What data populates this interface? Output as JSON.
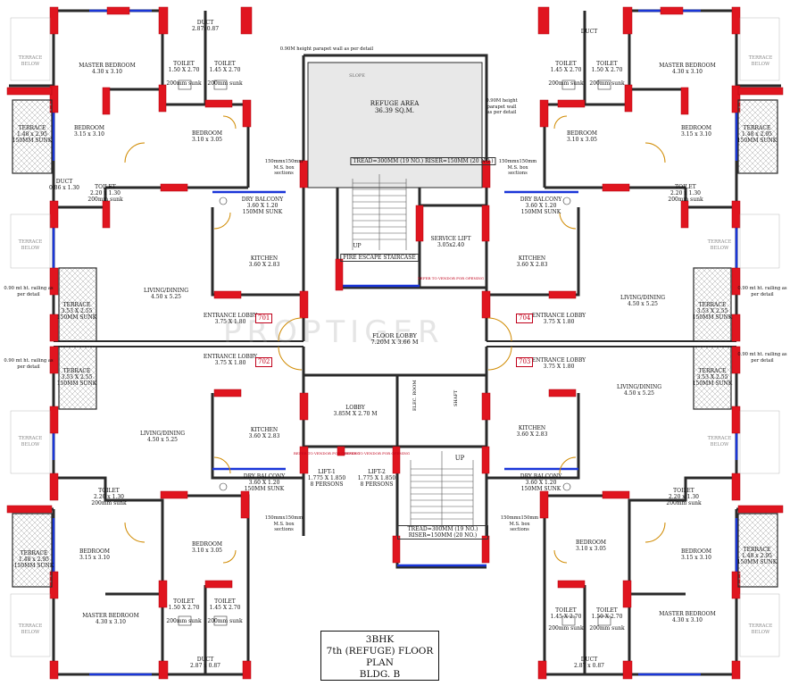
{
  "title": {
    "line1": "3BHK",
    "line2": "7th (REFUGE) FLOOR PLAN",
    "line3": "BLDG. B"
  },
  "watermark": "PROPTIGER",
  "units": [
    "701",
    "702",
    "703",
    "704"
  ],
  "rooms": {
    "master_bed_tl": {
      "name": "MASTER BEDROOM",
      "size": "4.30 x 3.10"
    },
    "toilet_tl1": {
      "name": "TOILET",
      "size": "1.50 X 2.70",
      "sunk": "200mm sunk"
    },
    "toilet_tl2": {
      "name": "TOILET",
      "size": "1.45 X 2.70",
      "sunk": "200mm sunk"
    },
    "duct_tl": {
      "name": "DUCT",
      "size": "2.87x0.87"
    },
    "bed_tl": {
      "name": "BEDROOM",
      "size": "3.15 x 3.10"
    },
    "bed_tl2": {
      "name": "BEDROOM",
      "size": "3.10 x 3.05"
    },
    "terrace_tl": {
      "name": "TERRACE",
      "size": "1.48 x 2.95",
      "sunk": "150MM SUNK"
    },
    "toilet_tl3": {
      "name": "TOILET",
      "size": "2.20 x 1.30",
      "sunk": "200mm sunk"
    },
    "duct_v_tl": {
      "name": "DUCT",
      "size": "0.86 x 1.30"
    },
    "dry_balcony_tl": {
      "name": "DRY BALCONY",
      "size": "3.60 X 1.20",
      "sunk": "150MM SUNK"
    },
    "kitchen_tl": {
      "name": "KITCHEN",
      "size": "3.60 X 2.83"
    },
    "living_tl": {
      "name": "LIVING/DINING",
      "size": "4.50 x 5.25"
    },
    "terrace_ml1": {
      "name": "TERRACE",
      "size": "3.53 X 2.55",
      "sunk": "150MM SUNK"
    },
    "entrance_701": {
      "name": "ENTRANCE LOBBY",
      "size": "3.75 X 1.80"
    },
    "entrance_702": {
      "name": "ENTRANCE LOBBY",
      "size": "3.75 X 1.80"
    },
    "terrace_ml2": {
      "name": "TERRACE",
      "size": "3.53 X 2.55",
      "sunk": "150MM SUNK"
    },
    "living_bl": {
      "name": "LIVING/DINING",
      "size": "4.50 x 5.25"
    },
    "kitchen_bl": {
      "name": "KITCHEN",
      "size": "3.60 X 2.83"
    },
    "dry_balcony_bl": {
      "name": "DRY BALCONY",
      "size": "3.60 X 1.20",
      "sunk": "150MM SUNK"
    },
    "toilet_bl3": {
      "name": "TOILET",
      "size": "2.20 x 1.30",
      "sunk": "200mm sunk"
    },
    "bed_bl": {
      "name": "BEDROOM",
      "size": "3.15 x 3.10"
    },
    "bed_bl2": {
      "name": "BEDROOM",
      "size": "3.10 x 3.05"
    },
    "terrace_bl": {
      "name": "TERRACE",
      "size": "1.48 x 2.95",
      "sunk": "150MM SUNK"
    },
    "master_bed_bl": {
      "name": "MASTER BEDROOM",
      "size": "4.30 x 3.10"
    },
    "toilet_bl1": {
      "name": "TOILET",
      "size": "1.50 X 2.70",
      "sunk": "200mm sunk"
    },
    "toilet_bl2": {
      "name": "TOILET",
      "size": "1.45 X 2.70",
      "sunk": "200mm sunk"
    },
    "duct_bl": {
      "name": "DUCT",
      "size": "2.87 x 0.87"
    },
    "refuge": {
      "name": "REFUGE AREA",
      "size": "36.39 SQ.M."
    },
    "service_lift": {
      "name": "SERVICE LIFT",
      "size": "3.05x2.40"
    },
    "fire_stair": {
      "name": "FIRE ESCAPE STAIRCASE"
    },
    "floor_lobby": {
      "name": "FLOOR LOBBY",
      "size": "7.20M X 3.66 M"
    },
    "lobby": {
      "name": "LOBBY",
      "size": "3.85M X 2.70 M"
    },
    "lift1": {
      "name": "LIFT-1",
      "size": "1.775 X 1.850",
      "cap": "8 PERSONS"
    },
    "lift2": {
      "name": "LIFT-2",
      "size": "1.775 X 1.850",
      "cap": "8 PERSONS"
    },
    "master_bed_tr": {
      "name": "MASTER BEDROOM",
      "size": "4.30 x 3.10"
    },
    "toilet_tr1": {
      "name": "TOILET",
      "size": "1.45 X 2.70",
      "sunk": "200mm sunk"
    },
    "toilet_tr2": {
      "name": "TOILET",
      "size": "1.50 X 2.70",
      "sunk": "200mm sunk"
    },
    "duct_tr": {
      "name": "DUCT"
    },
    "bed_tr": {
      "name": "BEDROOM",
      "size": "3.15 x 3.10"
    },
    "bed_tr2": {
      "name": "BEDROOM",
      "size": "3.10 x 3.05"
    },
    "terrace_tr": {
      "name": "TERRACE",
      "size": "1.48 x 2.95",
      "sunk": "150MM SUNK"
    },
    "toilet_tr3": {
      "name": "TOILET",
      "size": "2.20 x 1.30",
      "sunk": "200mm sunk"
    },
    "dry_balcony_tr": {
      "name": "DRY BALCONY",
      "size": "3.60 X 1.20",
      "sunk": "150MM SUNK"
    },
    "kitchen_tr": {
      "name": "KITCHEN",
      "size": "3.60 X 2.83"
    },
    "living_tr": {
      "name": "LIVING/DINING",
      "size": "4.50 x 5.25"
    },
    "terrace_mr1": {
      "name": "TERRACE",
      "size": "3.53 X 2.55",
      "sunk": "150MM SUNK"
    },
    "entrance_704": {
      "name": "ENTRANCE LOBBY",
      "size": "3.75 X 1.80"
    },
    "entrance_703": {
      "name": "ENTRANCE LOBBY",
      "size": "3.75 X 1.80"
    },
    "terrace_mr2": {
      "name": "TERRACE",
      "size": "3.53 X 2.55",
      "sunk": "150MM SUNK"
    },
    "living_br": {
      "name": "LIVING/DINING",
      "size": "4.50 x 5.25"
    },
    "kitchen_br": {
      "name": "KITCHEN",
      "size": "3.60 X 2.83"
    },
    "dry_balcony_br": {
      "name": "DRY BALCONY",
      "size": "3.60 X 1.20",
      "sunk": "150MM SUNK"
    },
    "toilet_br3": {
      "name": "TOILET",
      "size": "2.20 x 1.30",
      "sunk": "200mm sunk"
    },
    "bed_br": {
      "name": "BEDROOM",
      "size": "3.15 x 3.10"
    },
    "bed_br2": {
      "name": "BEDROOM",
      "size": "3.10 x 3.05"
    },
    "terrace_br": {
      "name": "TERRACE",
      "size": "1.48 x 2.95",
      "sunk": "150MM SUNK"
    },
    "master_bed_br": {
      "name": "MASTER BEDROOM",
      "size": "4.30 x 3.10"
    },
    "toilet_br1": {
      "name": "TOILET",
      "size": "1.45 X 2.70",
      "sunk": "200mm sunk"
    },
    "toilet_br2": {
      "name": "TOILET",
      "size": "1.50 X 2.70",
      "sunk": "200mm sunk"
    },
    "duct_br": {
      "name": "DUCT",
      "size": "2.87 x 0.87"
    }
  },
  "notes": {
    "parapet_top": "0.90M height parapet wall as per detail",
    "parapet_right": "0.90M height parapet wall as per detail",
    "box_section": "150mmx150mm M.S. box sections",
    "railing": "0.90 mt ht. railing as per detail",
    "tread_riser": "TREAD=300MM (19 NO.) RISER=150MM (20 NO.)",
    "refer_vendor": "REFER TO VENDOR FOR OPENING",
    "terrace_below": "TERRACE BELOW",
    "up": "UP",
    "slope": "SLOPE",
    "elec_room": "ELEC. ROOM",
    "shaft": "SHAFT"
  },
  "colors": {
    "wall": "#2a2a2a",
    "column": "#e0151f",
    "window": "#1a36d8",
    "door": "#d08a00",
    "hatch": "#9a9a9a"
  }
}
